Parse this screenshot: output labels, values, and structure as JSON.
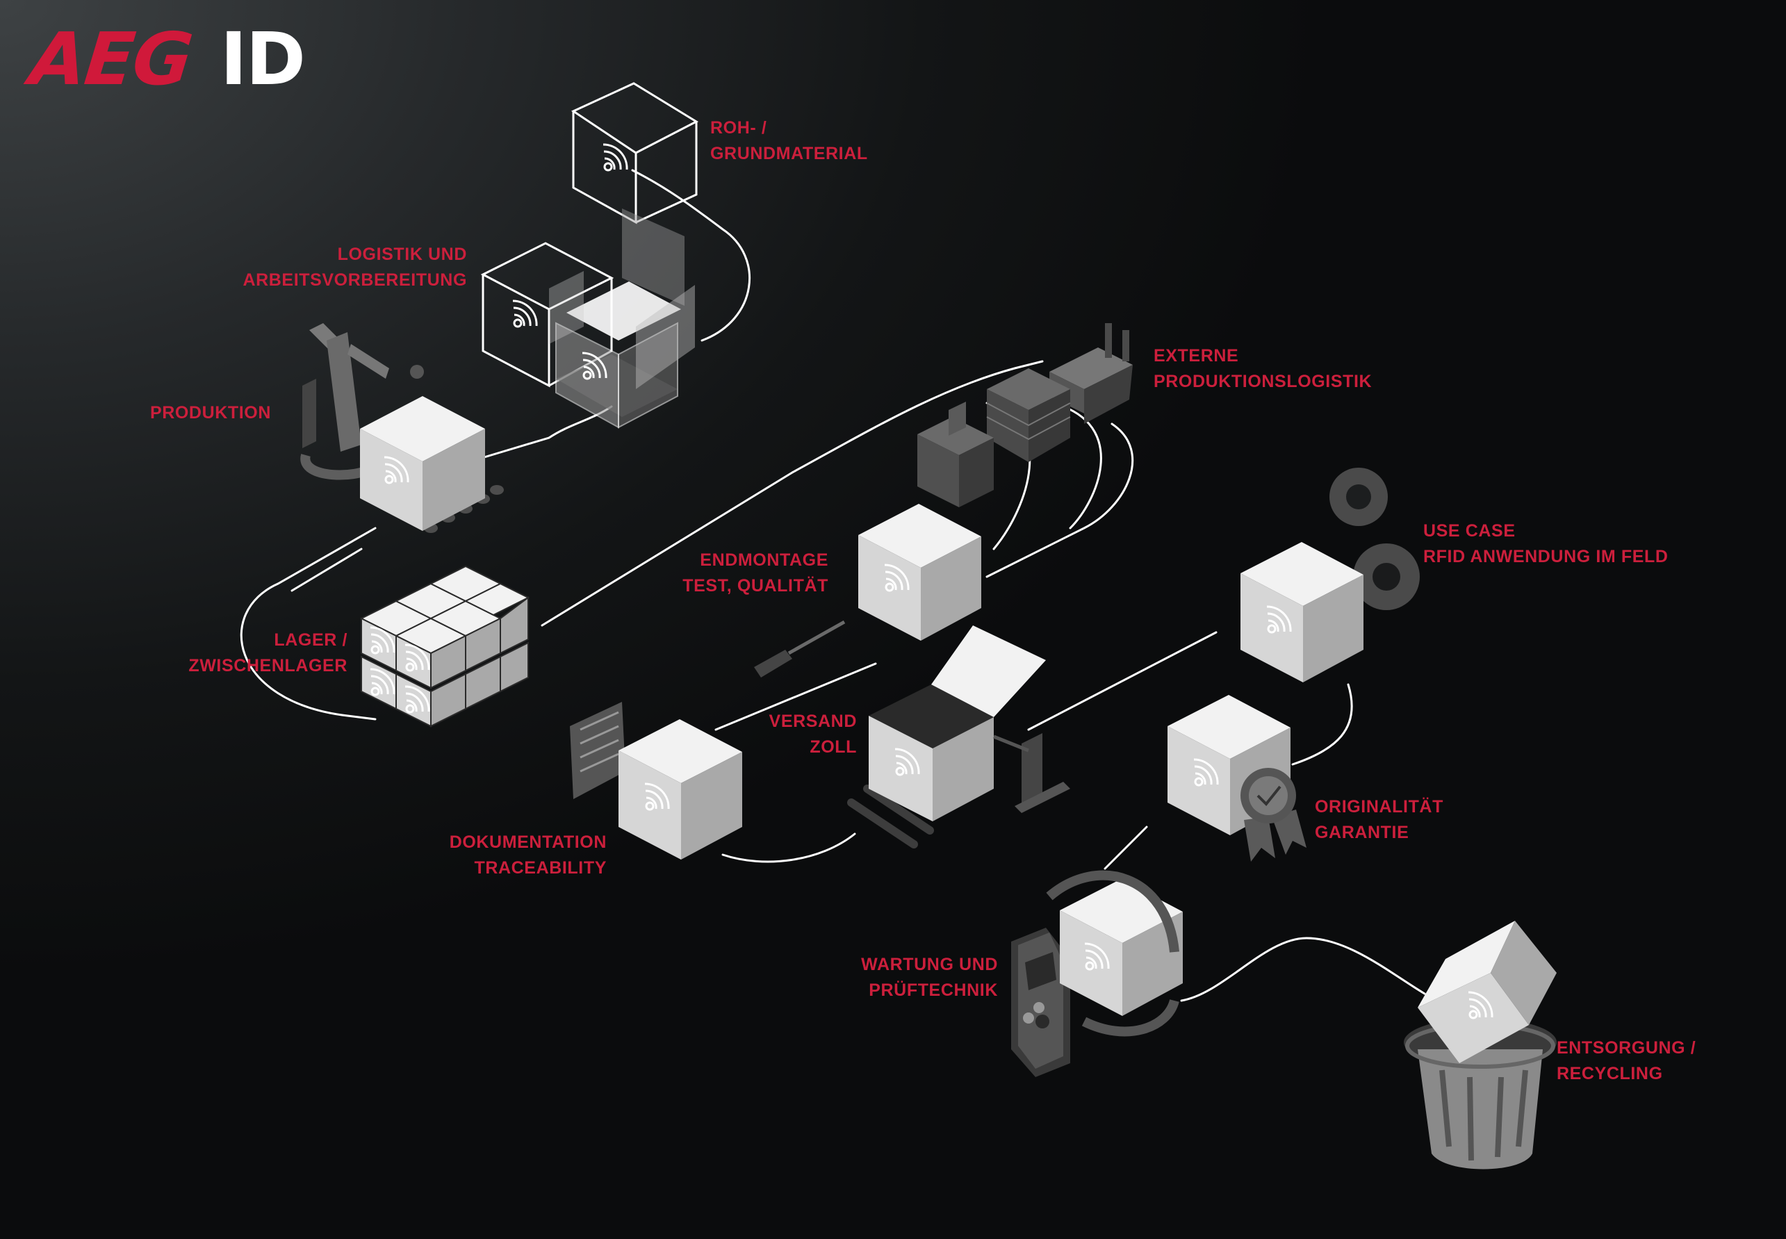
{
  "logo": {
    "brand": "AEG",
    "suffix": "ID"
  },
  "stations": [
    {
      "id": "rohmaterial",
      "lines": [
        "ROH- /",
        "GRUNDMATERIAL"
      ]
    },
    {
      "id": "logistik",
      "lines": [
        "LOGISTIK UND",
        "ARBEITSVORBEREITUNG"
      ]
    },
    {
      "id": "produktion",
      "lines": [
        "PRODUKTION"
      ]
    },
    {
      "id": "externe",
      "lines": [
        "EXTERNE",
        "PRODUKTIONSLOGISTIK"
      ]
    },
    {
      "id": "use-case",
      "lines": [
        "USE CASE",
        "RFID ANWENDUNG IM FELD"
      ]
    },
    {
      "id": "endmontage",
      "lines": [
        "ENDMONTAGE",
        "TEST, QUALITÄT"
      ]
    },
    {
      "id": "lager",
      "lines": [
        "LAGER /",
        "ZWISCHENLAGER"
      ]
    },
    {
      "id": "versand",
      "lines": [
        "VERSAND",
        "ZOLL"
      ]
    },
    {
      "id": "originalitaet",
      "lines": [
        "ORIGINALITÄT",
        "GARANTIE"
      ]
    },
    {
      "id": "dokumentation",
      "lines": [
        "DOKUMENTATION",
        "TRACEABILITY"
      ]
    },
    {
      "id": "wartung",
      "lines": [
        "WARTUNG UND",
        "PRÜFTECHNIK"
      ]
    },
    {
      "id": "entsorgung",
      "lines": [
        "ENTSORGUNG /",
        "RECYCLING"
      ]
    }
  ],
  "colors": {
    "accent": "#cc1f3c",
    "logo_red": "#d0193a",
    "cube_top": "#f2f2f2",
    "cube_left": "#d6d6d6",
    "cube_right": "#a9a9a9",
    "flow_line": "#ffffff",
    "machine_dark": "#3d3d3d",
    "machine_mid": "#555555"
  },
  "icons": [
    "rfid-tag-icon",
    "robot-arm-icon",
    "factory-icon",
    "gear-icon",
    "screwdriver-icon",
    "clipboard-icon",
    "barrier-icon",
    "seal-icon",
    "scanner-icon",
    "cycle-arrow-icon",
    "trash-bin-icon"
  ]
}
